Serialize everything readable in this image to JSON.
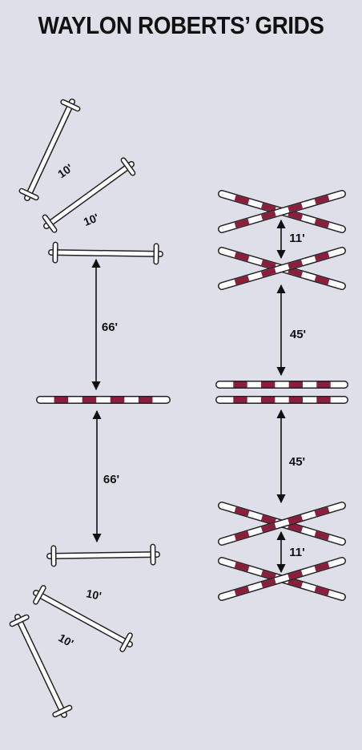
{
  "title": "WAYLON ROBERTS’ GRIDS",
  "colors": {
    "background": "#dfdfe9",
    "pole_white": "#ffffff",
    "pole_stripe": "#8b1e3c",
    "outline": "#222222",
    "text": "#111111"
  },
  "labels": {
    "top_fan_upper": "10'",
    "top_fan_lower": "10'",
    "left_upper_distance": "66'",
    "left_lower_distance": "66'",
    "bottom_fan_upper": "10'",
    "bottom_fan_lower": "10'",
    "right_top_distance": "11'",
    "right_mid_upper_distance": "45'",
    "right_mid_lower_distance": "45'",
    "right_bottom_distance": "11'"
  }
}
